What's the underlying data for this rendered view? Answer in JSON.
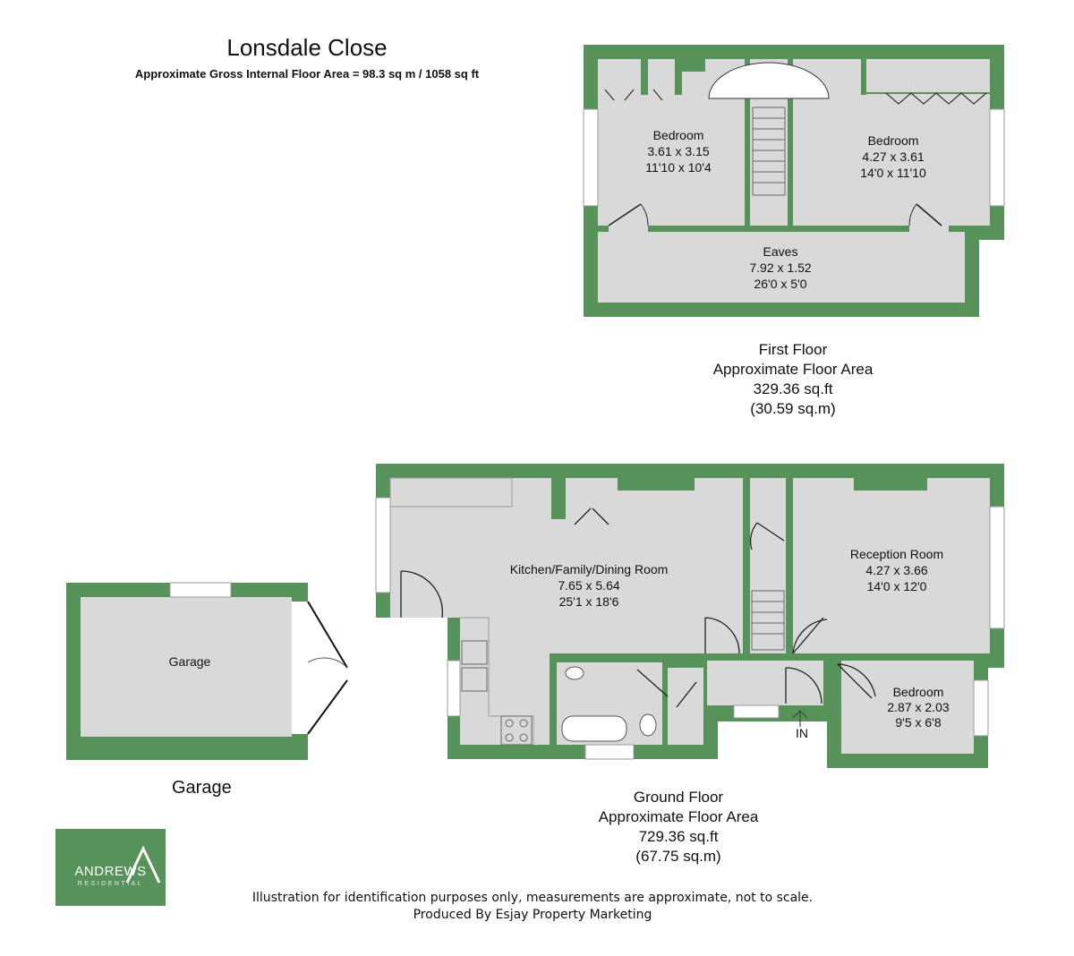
{
  "header": {
    "title": "Lonsdale Close",
    "subtitle": "Approximate Gross Internal Floor Area = 98.3 sq m / 1058 sq ft"
  },
  "colors": {
    "wall": "#56925a",
    "floor": "#d9d9d9",
    "logo": "#56925a"
  },
  "first_floor": {
    "caption": [
      "First Floor",
      "Approximate Floor Area",
      "329.36 sq.ft",
      "(30.59 sq.m)"
    ],
    "rooms": {
      "bedroom_left": [
        "Bedroom",
        "3.61 x 3.15",
        "11'10 x 10'4"
      ],
      "bedroom_right": [
        "Bedroom",
        "4.27 x 3.61",
        "14'0 x 11'10"
      ],
      "eaves": [
        "Eaves",
        "7.92 x 1.52",
        "26'0 x 5'0"
      ]
    }
  },
  "ground_floor": {
    "caption": [
      "Ground Floor",
      "Approximate Floor Area",
      "729.36 sq.ft",
      "(67.75 sq.m)"
    ],
    "rooms": {
      "kitchen": [
        "Kitchen/Family/Dining Room",
        "7.65 x 5.64",
        "25'1 x 18'6"
      ],
      "reception": [
        "Reception Room",
        "4.27 x 3.66",
        "14'0 x 12'0"
      ],
      "bedroom": [
        "Bedroom",
        "2.87 x 2.03",
        "9'5 x 6'8"
      ]
    },
    "entrance_label": "IN"
  },
  "garage": {
    "room_label": "Garage",
    "caption": "Garage"
  },
  "logo": {
    "word": "ANDREWS",
    "sub": "RESIDENTIAL",
    "icon": "roof-chevron-icon"
  },
  "footer": {
    "line1": "Illustration for identification purposes only, measurements are approximate, not to scale.",
    "line2": "Produced By Esjay Property Marketing"
  }
}
